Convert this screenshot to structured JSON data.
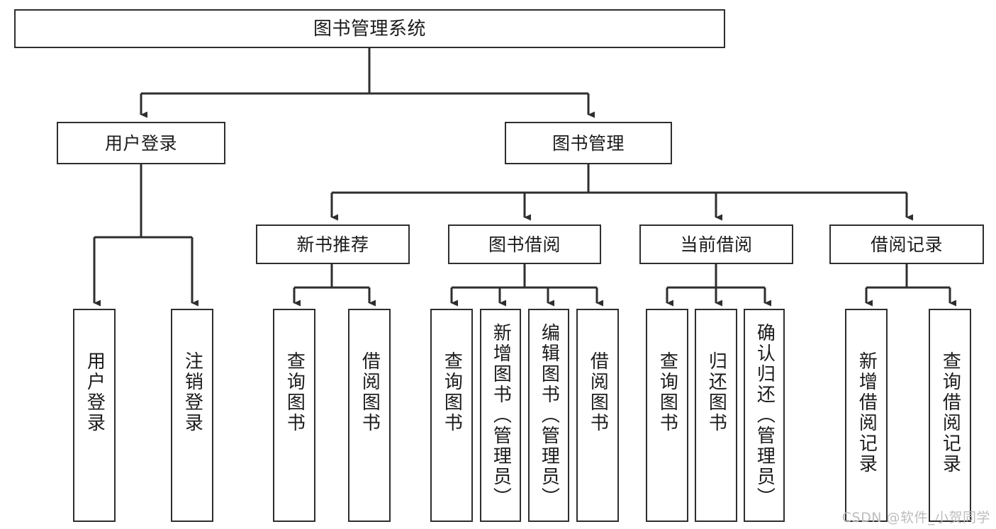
{
  "diagram": {
    "title": "图书管理系统",
    "type": "tree-functional-structure",
    "stroke_color": "#2e2e2e",
    "text_color": "#1b1b1b",
    "background": "#ffffff"
  },
  "root": {
    "label": "图书管理系统"
  },
  "level2": [
    {
      "id": "user-login",
      "label": "用户登录"
    },
    {
      "id": "book-manage",
      "label": "图书管理"
    }
  ],
  "level3": [
    {
      "id": "new-book-recommend",
      "label": "新书推荐"
    },
    {
      "id": "book-borrow",
      "label": "图书借阅"
    },
    {
      "id": "current-borrow",
      "label": "当前借阅"
    },
    {
      "id": "borrow-record",
      "label": "借阅记录"
    }
  ],
  "leaves": {
    "user_login": [
      {
        "id": "leaf-user-login",
        "label": "用户登录"
      },
      {
        "id": "leaf-logout-login",
        "label": "注销登录"
      }
    ],
    "new_book_recommend": [
      {
        "id": "leaf-query-book-1",
        "label": "查询图书"
      },
      {
        "id": "leaf-borrow-book-1",
        "label": "借阅图书"
      }
    ],
    "book_borrow": [
      {
        "id": "leaf-query-book-2",
        "label": "查询图书"
      },
      {
        "id": "leaf-add-book",
        "label": "新增图书（管理员）"
      },
      {
        "id": "leaf-edit-book",
        "label": "编辑图书（管理员）"
      },
      {
        "id": "leaf-borrow-book-2",
        "label": "借阅图书"
      }
    ],
    "current_borrow": [
      {
        "id": "leaf-query-book-3",
        "label": "查询图书"
      },
      {
        "id": "leaf-return-book",
        "label": "归还图书"
      },
      {
        "id": "leaf-confirm-return",
        "label": "确认归还（管理员）"
      }
    ],
    "borrow_record": [
      {
        "id": "leaf-add-record",
        "label": "新增借阅记录"
      },
      {
        "id": "leaf-query-record",
        "label": "查询借阅记录"
      }
    ]
  },
  "watermark": {
    "text": "CSDN @软件_小贺同学"
  }
}
